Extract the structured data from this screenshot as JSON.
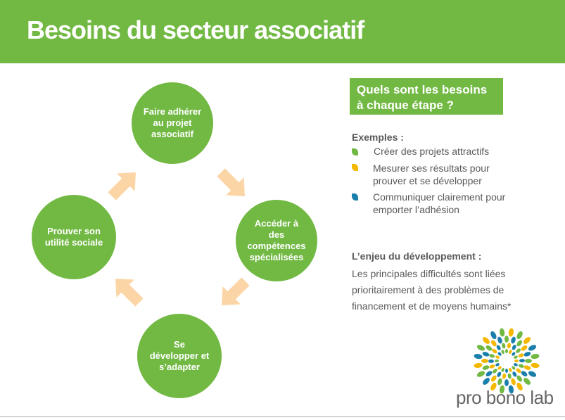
{
  "header": {
    "title": "Besoins du secteur associatif"
  },
  "cycle": {
    "steps": [
      "Faire adhérer\nau projet\nassociatif",
      "Accéder à\ndes\ncompétences\nspécialisées",
      "Se\ndévelopper et\ns’adapter",
      "Prouver son\nutilité sociale"
    ]
  },
  "question": "Quels sont les besoins\nà chaque étape ?",
  "examples": {
    "label": "Exemples :",
    "items": [
      {
        "text": "Créer des projets attractifs",
        "color": "#72b944"
      },
      {
        "text": "Mesurer ses résultats pour\nprouver et se développer",
        "color": "#f5b800"
      },
      {
        "text": "Communiquer clairement pour\nemporter l’adhésion",
        "color": "#1a7fab"
      }
    ]
  },
  "development": {
    "label": "L’enjeu du développement :",
    "text": "Les principales difficultés sont liées\nprioritairement à des problèmes de\nfinancement et de moyens humains*"
  },
  "logo": {
    "text": "pro bono lab"
  },
  "colors": {
    "green": "#72b944",
    "arrow": "#fbd5a5",
    "text": "#595959"
  }
}
